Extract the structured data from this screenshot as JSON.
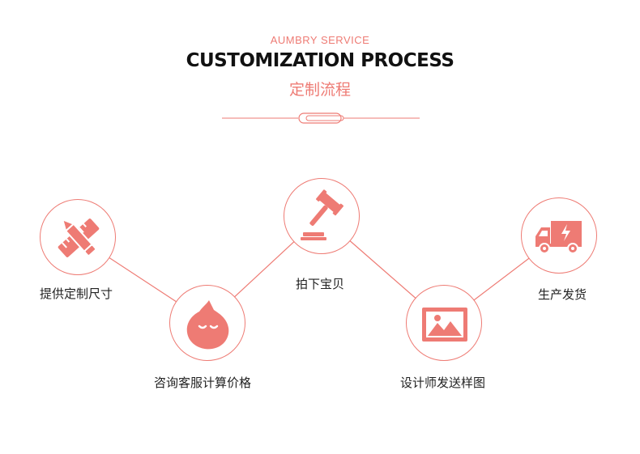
{
  "header": {
    "brand_service": "AUMBRY SERVICE",
    "title": "CUSTOMIZATION PROCESS",
    "title_cn": "定制流程"
  },
  "colors": {
    "accent": "#ee7b74",
    "text": "#222222"
  },
  "steps": [
    {
      "label": "提供定制尺寸",
      "icon": "pencil-ruler-icon"
    },
    {
      "label": "咨询客服计算价格",
      "icon": "chat-bubble-icon"
    },
    {
      "label": "拍下宝贝",
      "icon": "auction-hammer-icon"
    },
    {
      "label": "设计师发送样图",
      "icon": "picture-icon"
    },
    {
      "label": "生产发货",
      "icon": "delivery-truck-icon"
    }
  ]
}
